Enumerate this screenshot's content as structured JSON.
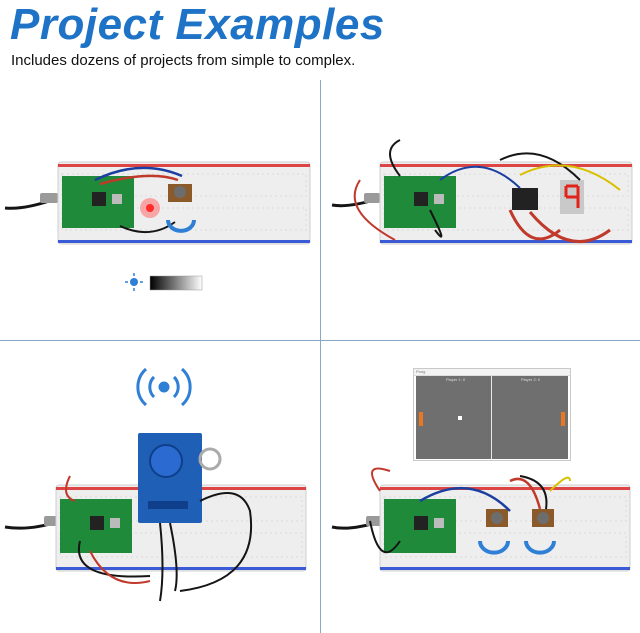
{
  "header": {
    "title": "Project Examples",
    "subtitle": "Includes dozens of projects from simple to complex."
  },
  "colors": {
    "title": "#1f73c6",
    "breadboard": "#eeeeee",
    "pico_board": "#1e8a3a",
    "wire_red": "#c0392b",
    "wire_blue": "#1b3fa0",
    "wire_black": "#151515",
    "segment_display": "#e2231a",
    "rfid_module": "#1f5fb5",
    "rotate_arrow": "#2f7fd6",
    "pong_paddle": "#e87722"
  },
  "pong": {
    "window_title": "Pong",
    "score_left": "Player 1: 0",
    "score_right": "Player 2: 0"
  },
  "icons": [
    "light-icon",
    "gradient-bar",
    "rotate-icon",
    "wireless-icon"
  ]
}
